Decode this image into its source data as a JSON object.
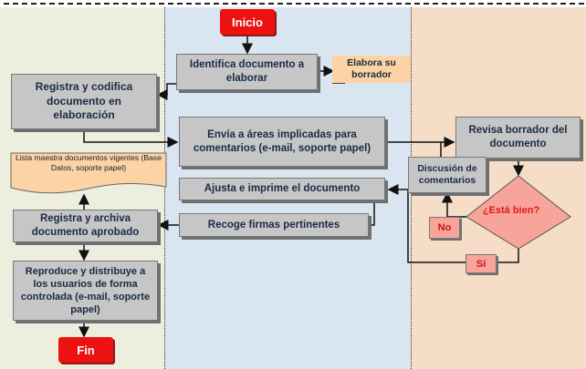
{
  "start": "Inicio",
  "end": "Fin",
  "steps": {
    "identifica": "Identifica documento a elaborar",
    "elabora": "Elabora su borrador",
    "registra_codifica": "Registra y codifica documento en elaboración",
    "envia": "Envía a áreas implicadas para comentarios (e-mail, soporte papel)",
    "revisa": "Revisa borrador del documento",
    "discusion": "Discusión de comentarios",
    "ajusta": "Ajusta e imprime el documento",
    "recoge": "Recoge firmas pertinentes",
    "registra_archiva": "Registra y archiva documento aprobado",
    "reproduce": "Reproduce y distribuye a los usuarios de forma controlada (e-mail, soporte papel)",
    "lista": "Lista maestra documentos vigentes (Base Datos, soporte papel)"
  },
  "decision": {
    "question": "¿Está bien?",
    "no": "No",
    "yes": "Sí"
  },
  "colors": {
    "lane_left": "#eeeedf",
    "lane_mid": "#d9e6f1",
    "lane_right": "#f5ddc8",
    "process_box": "#c6c6c6",
    "terminal": "#ee1111",
    "note": "#fbd3a5",
    "decision": "#f7a59b"
  }
}
